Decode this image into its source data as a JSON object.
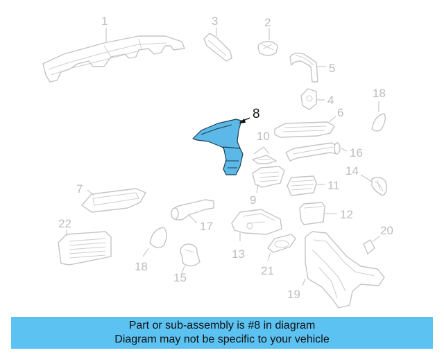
{
  "diagram": {
    "highlighted_part": "8",
    "callouts": {
      "p1": "1",
      "p2": "2",
      "p3": "3",
      "p4": "4",
      "p5": "5",
      "p6": "6",
      "p7": "7",
      "p8": "8",
      "p9": "9",
      "p10": "10",
      "p11": "11",
      "p12": "12",
      "p13": "13",
      "p14": "14",
      "p15": "15",
      "p16": "16",
      "p17": "17",
      "p18a": "18",
      "p18b": "18",
      "p19": "19",
      "p20": "20",
      "p21": "21",
      "p22": "22"
    },
    "colors": {
      "highlight": "#5cb8e6",
      "banner": "#5cc2f2",
      "linework": "#c4c4c4"
    }
  },
  "banner": {
    "line1": "Part or sub-assembly is #8 in diagram",
    "line2": "Diagram may not be specific to your vehicle"
  }
}
